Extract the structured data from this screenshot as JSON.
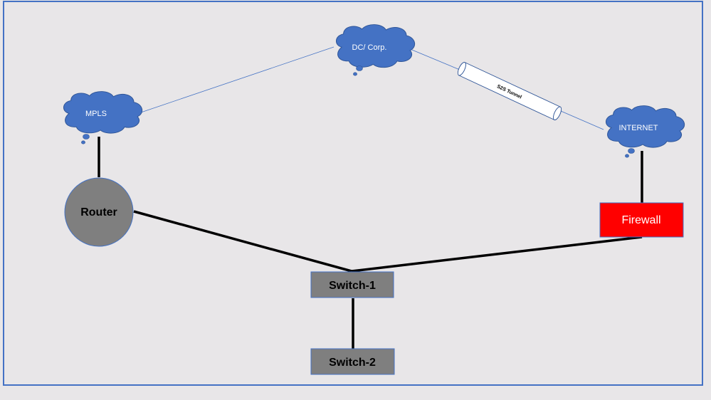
{
  "nodes": {
    "dc": {
      "label": "DC/ Corp."
    },
    "mpls": {
      "label": "MPLS"
    },
    "internet": {
      "label": "INTERNET"
    },
    "router": {
      "label": "Router"
    },
    "firewall": {
      "label": "Firewall"
    },
    "switch1": {
      "label": "Switch-1"
    },
    "switch2": {
      "label": "Switch-2"
    }
  },
  "tunnel": {
    "label": "S2S Tunnel"
  },
  "colors": {
    "background": "#e8e6e8",
    "frame": "#4472c4",
    "cloud": "#4472c4",
    "router": "#7f7f7f",
    "switch": "#7f7f7f",
    "firewall": "#ff0000",
    "thin_link": "#4472c4",
    "thick_link": "#000000"
  }
}
